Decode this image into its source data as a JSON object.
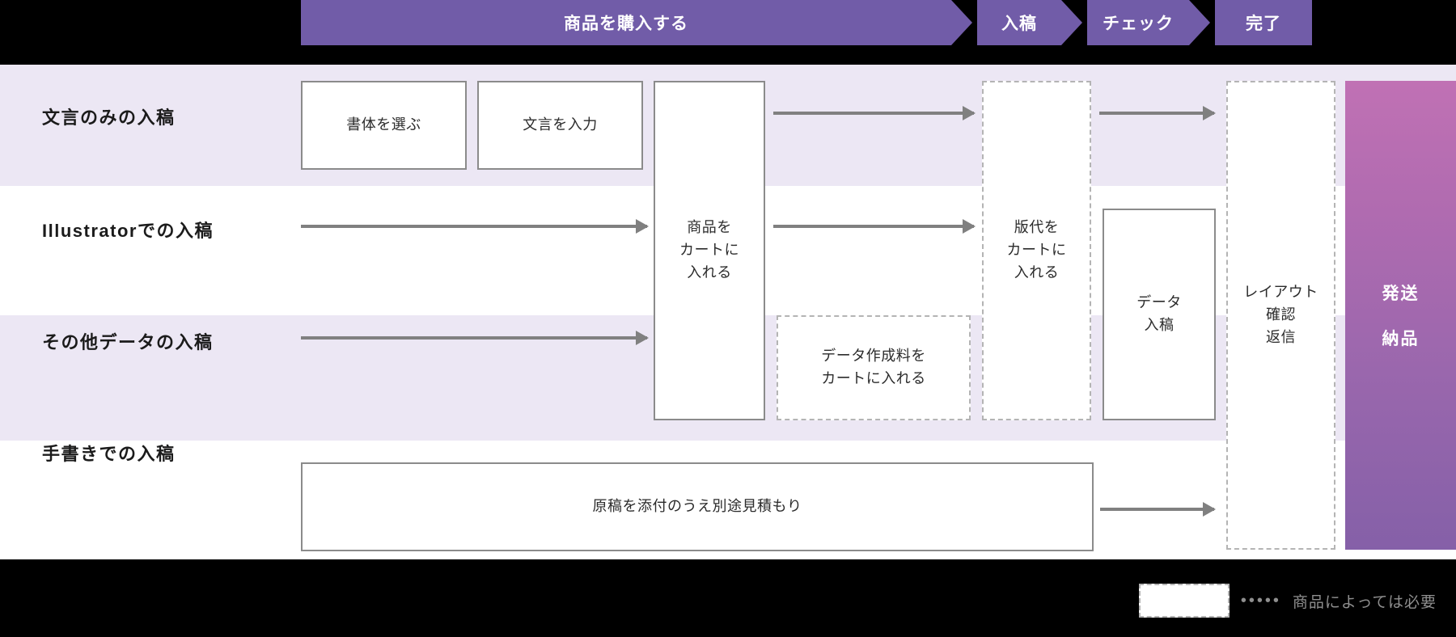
{
  "header": {
    "steps": [
      {
        "label": "商品を購入する",
        "shape": "arrow"
      },
      {
        "label": "入稿",
        "shape": "arrow"
      },
      {
        "label": "チェック",
        "shape": "arrow"
      },
      {
        "label": "完了",
        "shape": "flat"
      }
    ],
    "bg_color": "#715CA8",
    "text_color": "#FFFFFF"
  },
  "rows": [
    {
      "label": "文言のみの入稿",
      "band": "tinted"
    },
    {
      "label": "Illustratorでの入稿",
      "band": "white"
    },
    {
      "label": "その他データの入稿",
      "band": "tinted"
    },
    {
      "label": "手書きでの入稿",
      "band": "white"
    }
  ],
  "boxes": {
    "select_font": {
      "label": "書体を選ぶ",
      "style": "solid"
    },
    "enter_text": {
      "label": "文言を入力",
      "style": "solid"
    },
    "add_to_cart": {
      "line1": "商品を",
      "line2": "カートに",
      "line3": "入れる",
      "style": "solid"
    },
    "data_fee": {
      "line1": "データ作成料を",
      "line2": "カートに入れる",
      "style": "dashed"
    },
    "plate_cart": {
      "line1": "版代を",
      "line2": "カートに",
      "line3": "入れる",
      "style": "dashed"
    },
    "data_submit": {
      "line1": "データ",
      "line2": "入稿",
      "style": "solid"
    },
    "layout_check": {
      "line1": "レイアウト",
      "line2": "確認",
      "line3": "返信",
      "style": "dashed"
    },
    "handwritten": {
      "label": "原稿を添付のうえ別途見積もり",
      "style": "solid"
    },
    "shipping": {
      "line1": "発送",
      "line2": "納品",
      "style": "gradient",
      "gradient_from": "#C071B4",
      "gradient_to": "#8560A8"
    }
  },
  "legend": {
    "dots": "•••••",
    "text": "商品によっては必要",
    "swatch_style": "dashed",
    "text_color": "#8F8F8F"
  },
  "palette": {
    "band_tint": "#ECE7F4",
    "box_border": "#8B8B8B",
    "dashed_border": "#B4B4B4",
    "arrow": "#808080",
    "page_bg": "#000000"
  }
}
